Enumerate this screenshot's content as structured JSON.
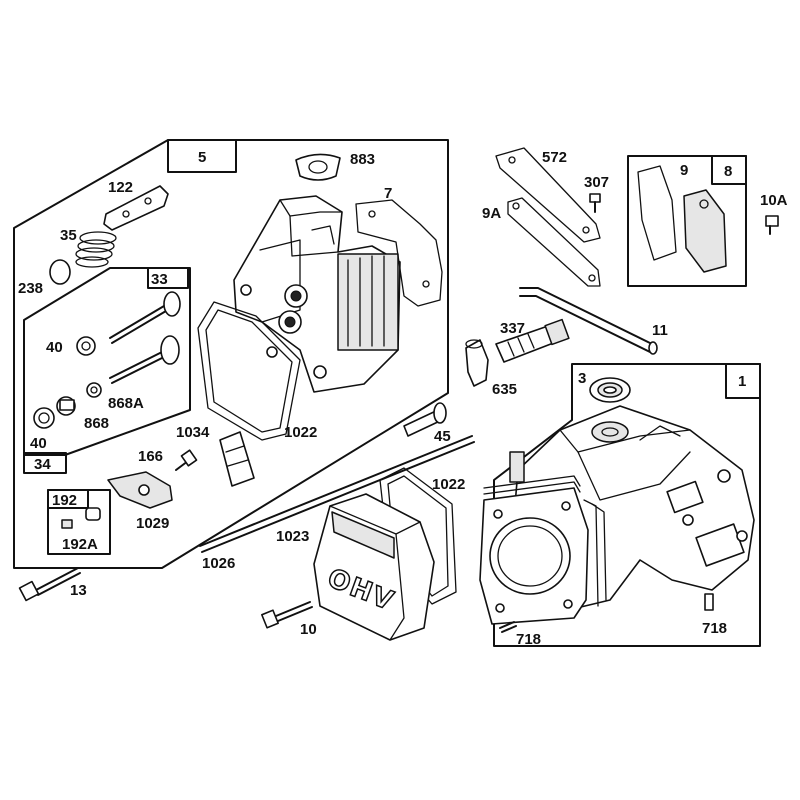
{
  "part_numbers": {
    "p5": "5",
    "p883": "883",
    "p7": "7",
    "p122": "122",
    "p35": "35",
    "p238": "238",
    "p33": "33",
    "p40a": "40",
    "p868a": "868A",
    "p40b": "40",
    "p868": "868",
    "p34": "34",
    "p1034": "1034",
    "p1022a": "1022",
    "p166": "166",
    "p1029": "1029",
    "p192": "192",
    "p192a": "192A",
    "p1026": "1026",
    "p13": "13",
    "p572": "572",
    "p307": "307",
    "p9a": "9A",
    "p9": "9",
    "p8": "8",
    "p10a": "10A",
    "p11": "11",
    "p337": "337",
    "p635": "635",
    "p45": "45",
    "p3": "3",
    "p1": "1",
    "p1022b": "1022",
    "p1023": "1023",
    "p10": "10",
    "p718a": "718",
    "p718b": "718"
  },
  "cover_lettering": [
    "O",
    "H",
    "V"
  ]
}
